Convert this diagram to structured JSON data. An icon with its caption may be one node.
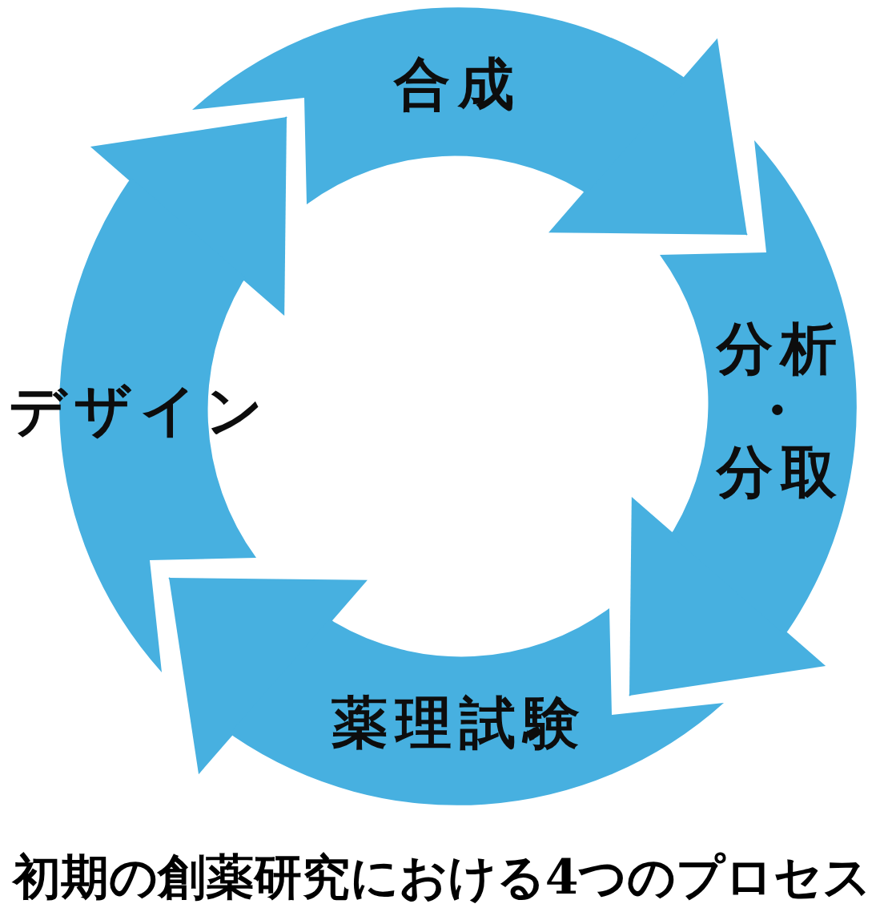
{
  "diagram": {
    "caption": "初期の創薬研究における4つのプロセス",
    "nodes": [
      {
        "text": [
          "合成"
        ]
      },
      {
        "text": [
          "分析・分取"
        ]
      },
      {
        "text": [
          "薬理試験"
        ]
      },
      {
        "text": [
          "デザイン"
        ]
      }
    ],
    "edges": [
      {
        "from": 0,
        "to": 1,
        "arrow": "to"
      },
      {
        "from": 1,
        "to": 2,
        "arrow": "to"
      },
      {
        "from": 2,
        "to": 3,
        "arrow": "to"
      },
      {
        "from": 3,
        "to": 0,
        "arrow": "to"
      }
    ]
  }
}
